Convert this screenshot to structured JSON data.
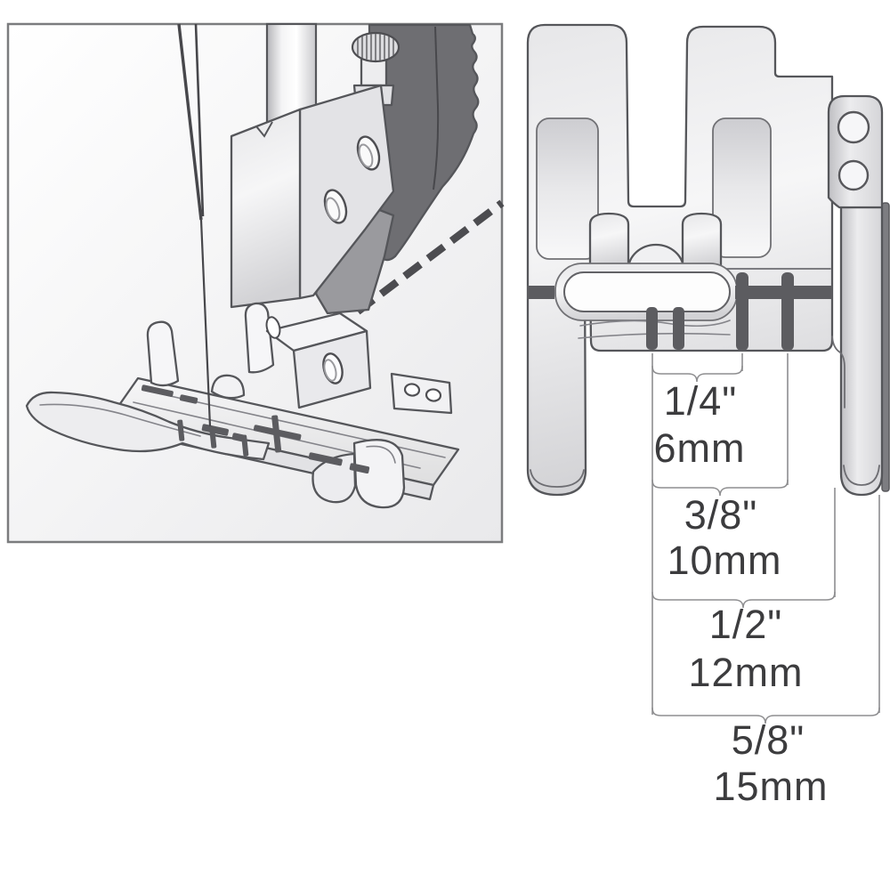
{
  "measurements": [
    {
      "inch": "1/4\"",
      "mm": "6mm"
    },
    {
      "inch": "3/8\"",
      "mm": "10mm"
    },
    {
      "inch": "1/2\"",
      "mm": "12mm"
    },
    {
      "inch": "5/8\"",
      "mm": "15mm"
    }
  ],
  "colors": {
    "background": "#ffffff",
    "outline": "#55565a",
    "metal_light": "#f4f4f5",
    "metal_shadow": "#c9c9cd",
    "shank_dark": "#6e6e72",
    "wedge_gray": "#9a9a9e",
    "guide_mark": "#5c5c60",
    "dimension_line": "#8e8e90",
    "label_text": "#3c3c3e",
    "box_border": "#7b7c7e"
  }
}
